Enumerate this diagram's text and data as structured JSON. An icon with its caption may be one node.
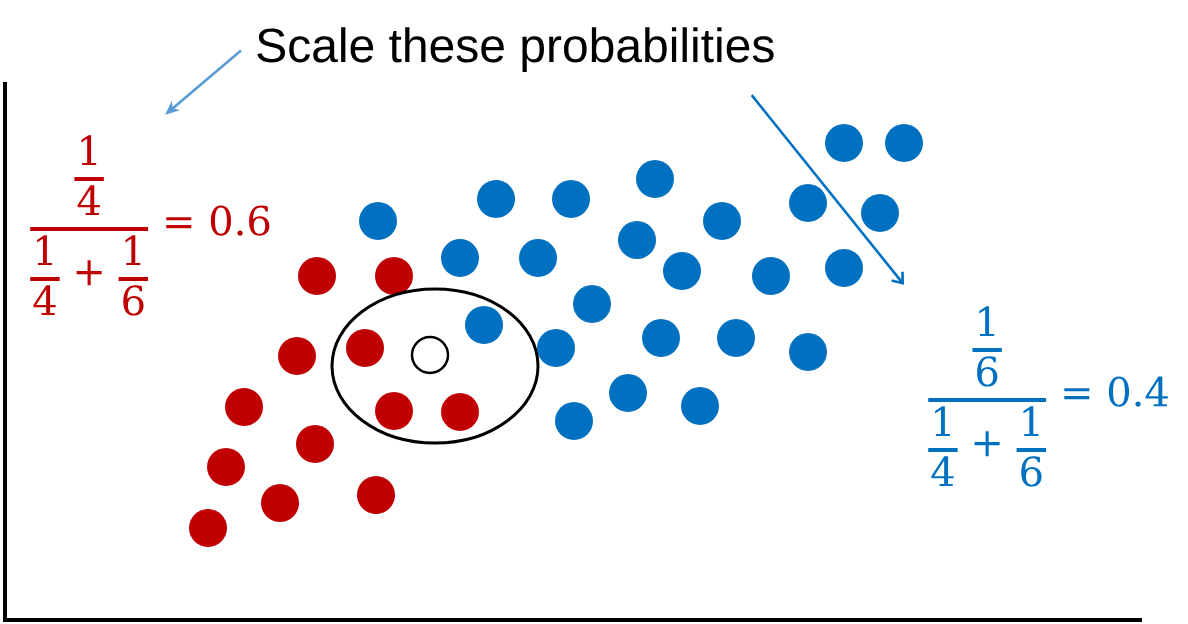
{
  "diagram": {
    "nodes": [
      {
        "text": [
          "Scale these probabilities"
        ]
      },
      {
        "text": [
          "1",
          "4",
          "1",
          "4",
          "+",
          "1",
          "6",
          "= 0.6"
        ]
      },
      {
        "text": [
          "1",
          "6",
          "1",
          "4",
          "+",
          "1",
          "6",
          "= 0.4"
        ]
      }
    ],
    "edges": [
      {
        "from": 0,
        "to": 1,
        "arrow": "to",
        "color": "#5b9bd5"
      },
      {
        "from": 0,
        "to": 2,
        "arrow": "to",
        "color": "#0070c0"
      }
    ]
  }
}
